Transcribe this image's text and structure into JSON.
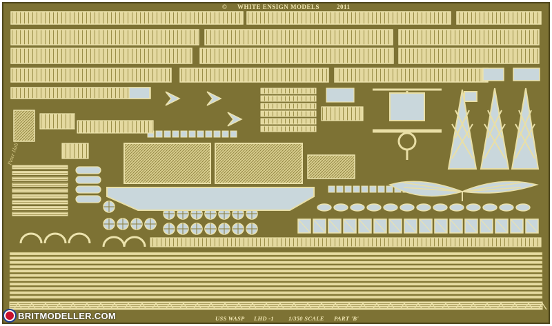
{
  "photo": {
    "subject": "photo-etched brass fret",
    "colors": {
      "brass": "#7d7234",
      "brass_dark": "#4e461c",
      "etch": "#e9dfa6",
      "window": "#c9d7dc",
      "frame": "#ffffff"
    }
  },
  "header": {
    "copyright": "©",
    "maker": "WHITE ENSIGN MODELS",
    "year": "2011"
  },
  "footer": {
    "ship": "USS WASP",
    "hull": "LHD -1",
    "scale": "1/350 SCALE",
    "part": "PART 'B'"
  },
  "side_note": "Peter Hall",
  "watermark": {
    "text": "BRITMODELLER.COM",
    "logo": "roundel-icon"
  }
}
